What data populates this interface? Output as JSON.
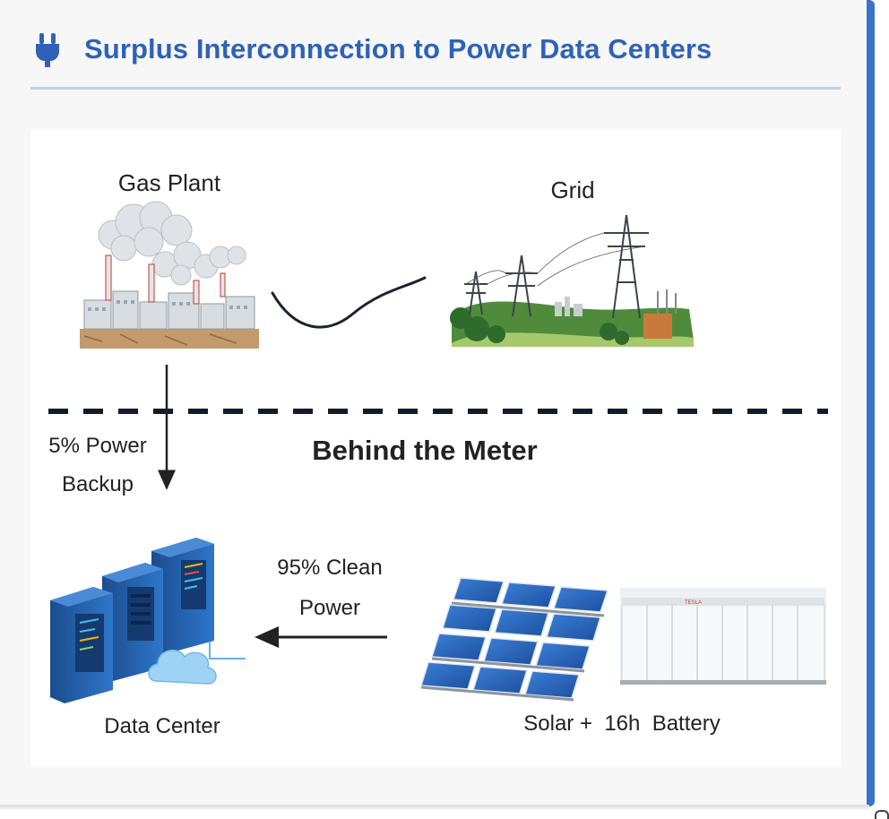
{
  "header": {
    "title": "Surplus Interconnection to Power Data Centers",
    "icon": "plug-icon"
  },
  "diagram": {
    "nodes": {
      "gas_plant": "Gas Plant",
      "grid": "Grid",
      "data_center": "Data Center",
      "solar_battery": "Solar +  16h  Battery"
    },
    "boundary_label": "Behind the Meter",
    "edges": {
      "backup_line1": "5% Power",
      "backup_line2": "Backup",
      "clean_line1": "95% Clean",
      "clean_line2": "Power"
    },
    "battery_brand": "TESLA"
  },
  "colors": {
    "accent": "#2f62b7",
    "accent_bar": "#3a73c8",
    "rule": "#b8d3ef",
    "dash_line": "#0f1c2e"
  }
}
